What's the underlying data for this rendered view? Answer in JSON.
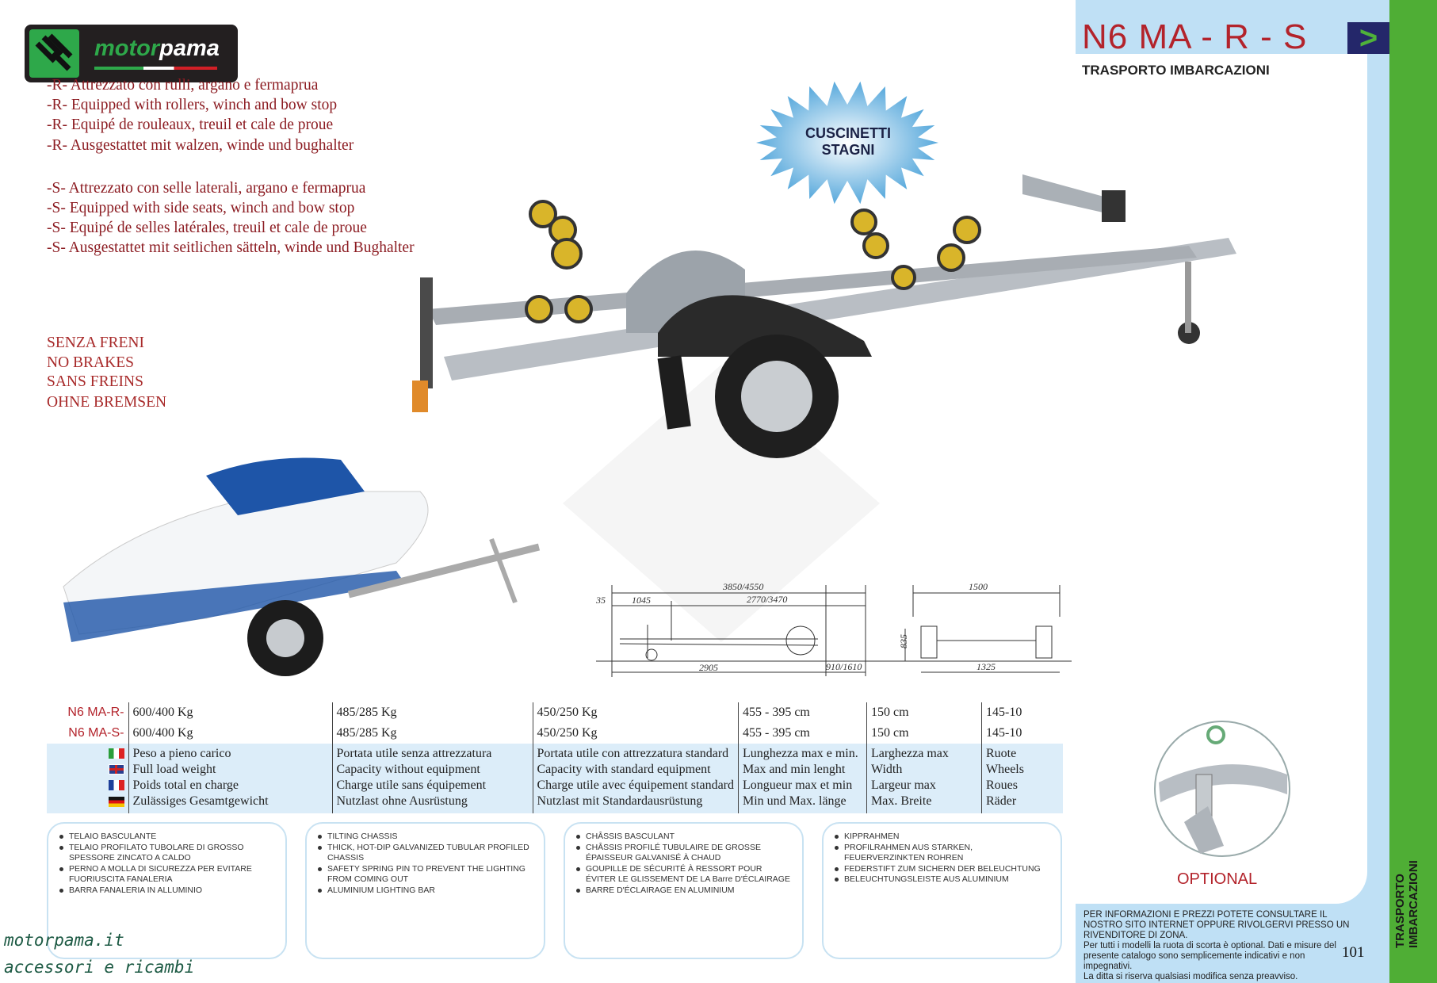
{
  "header": {
    "title": "N6 MA - R - S",
    "subtitle": "TRASPORTO IMBARCAZIONI",
    "nav_icon": "chevron-right-icon",
    "side_label": "TRASPORTO IMBARCAZIONI"
  },
  "logo": {
    "text_a": "motor",
    "text_b": "pama"
  },
  "descriptions": {
    "r": [
      "-R- Attrezzato con rulli, argano e fermaprua",
      "-R- Equipped with rollers, winch and bow stop",
      "-R- Equipé de rouleaux, treuil et cale de proue",
      "-R- Ausgestattet mit walzen, winde und bughalter"
    ],
    "s": [
      "-S- Attrezzato con selle laterali, argano e fermaprua",
      "-S- Equipped with side seats, winch and bow stop",
      "-S- Equipé de selles latérales, treuil et cale de proue",
      "-S- Ausgestattet mit seitlichen sätteln, winde und Bughalter"
    ]
  },
  "brakes": [
    "SENZA FRENI",
    "NO BRAKES",
    "SANS FREINS",
    "OHNE BREMSEN"
  ],
  "badge": {
    "line1": "CUSCINETTI",
    "line2": "STAGNI"
  },
  "drawing": {
    "dims": [
      "3850/4550",
      "2770/3470",
      "35",
      "1045",
      "2905",
      "910/1610",
      "1500",
      "1325",
      "835"
    ]
  },
  "specs": {
    "models": [
      {
        "name": "N6 MA-R-",
        "values": [
          "600/400 Kg",
          "485/285 Kg",
          "450/250 Kg",
          "455 - 395 cm",
          "150 cm",
          "145-10"
        ]
      },
      {
        "name": "N6 MA-S-",
        "values": [
          "600/400 Kg",
          "485/285 Kg",
          "450/250 Kg",
          "455 - 395 cm",
          "150 cm",
          "145-10"
        ]
      }
    ],
    "headers": [
      [
        "Peso a pieno carico",
        "Full load weight",
        "Poids total en charge",
        "Zulässiges Gesamtgewicht"
      ],
      [
        "Portata utile senza attrezzatura",
        "Capacity without equipment",
        "Charge utile sans équipement",
        "Nutzlast ohne Ausrüstung"
      ],
      [
        "Portata utile con attrezzatura standard",
        "Capacity with standard equipment",
        "Charge utile avec équipement standard",
        "Nutzlast mit Standardausrüstung"
      ],
      [
        "Lunghezza max e min.",
        "Max and min lenght",
        "Longueur max et min",
        "Min und Max. länge"
      ],
      [
        "Larghezza max",
        "Width",
        "Largeur max",
        "Max. Breite"
      ],
      [
        "Ruote",
        "Wheels",
        "Roues",
        "Räder"
      ]
    ],
    "flags": [
      "italy-flag-icon",
      "uk-flag-icon",
      "france-flag-icon",
      "germany-flag-icon"
    ]
  },
  "features": [
    [
      "TELAIO BASCULANTE",
      "TELAIO PROFILATO TUBOLARE DI GROSSO SPESSORE ZINCATO A CALDO",
      "PERNO A MOLLA DI SICUREZZA PER EVITARE FUORIUSCITA FANALERIA",
      "BARRA FANALERIA IN ALLUMINIO"
    ],
    [
      "TILTING CHASSIS",
      "THICK, HOT-DIP GALVANIZED TUBULAR PROFILED CHASSIS",
      "SAFETY SPRING PIN TO PREVENT THE LIGHTING FROM COMING OUT",
      "ALUMINIUM LIGHTING BAR"
    ],
    [
      "CHÂSSIS BASCULANT",
      "CHÂSSIS PROFILÉ TUBULAIRE DE GROSSE ÉPAISSEUR GALVANISÉ À CHAUD",
      "GOUPILLE DE SÉCURITÉ À RESSORT POUR ÉVITER LE GLISSEMENT DE LA Barre D'ÉCLAIRAGE",
      "BARRE D'ÉCLAIRAGE EN ALUMINIUM"
    ],
    [
      "KIPPRAHMEN",
      "PROFILRAHMEN AUS STARKEN, FEUERVERZINKTEN ROHREN",
      "FEDERSTIFT ZUM SICHERN DER BELEUCHTUNG",
      "BELEUCHTUNGSLEISTE AUS ALUMINIUM"
    ]
  ],
  "optional": "OPTIONAL",
  "footer": {
    "line1": "PER INFORMAZIONI E PREZZI POTETE CONSULTARE IL NOSTRO SITO INTERNET OPPURE RIVOLGERVI PRESSO UN RIVENDITORE DI ZONA.",
    "line2": "Per tutti i modelli la ruota di scorta è optional. Dati e misure del presente catalogo sono semplicemente indicativi e non impegnativi.",
    "line3": "La ditta si riserva qualsiasi modifica senza preavviso.",
    "page": "101"
  },
  "watermark": {
    "site": "motorpama.it",
    "tagline": "accessori e ricambi"
  },
  "colors": {
    "title": "#b3232b",
    "panel": "#bfe0f5",
    "green": "#4fae35",
    "navy": "#24276a"
  }
}
